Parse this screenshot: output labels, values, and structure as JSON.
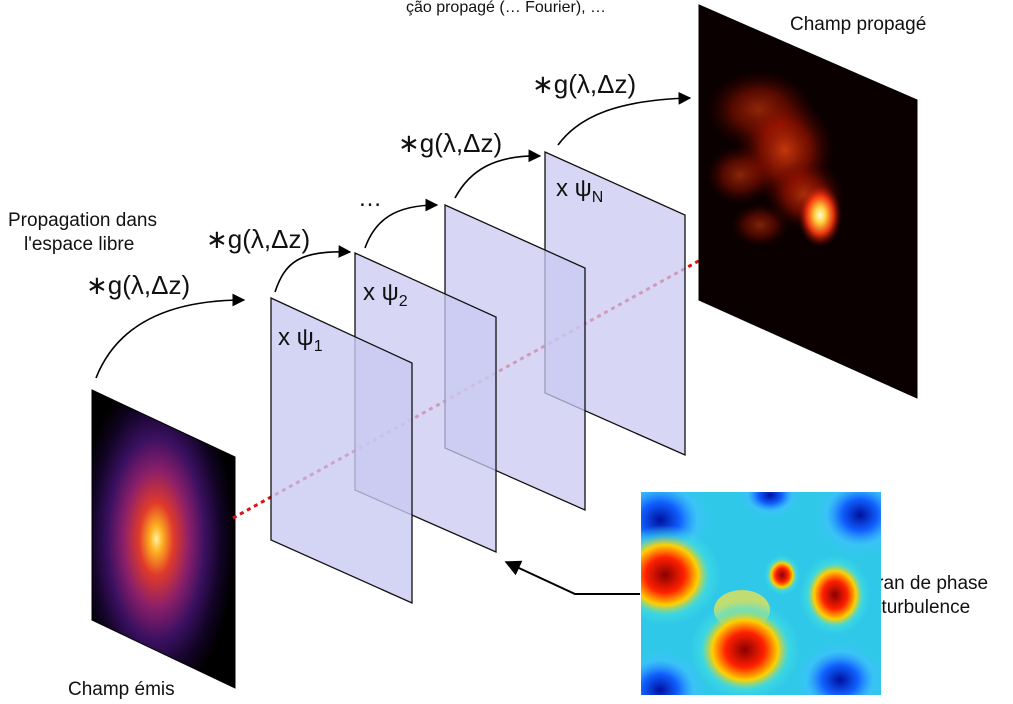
{
  "title_partial": "ção propagé (… Fourier), …",
  "labels": {
    "propagated_field": "Champ propagé",
    "emitted_field": "Champ émis",
    "free_space_line1": "Propagation dans",
    "free_space_line2": "l'espace libre",
    "phase_screen_line1": "Ecran de phase",
    "phase_screen_line2": "de turbulence",
    "ellipsis": "…"
  },
  "operators": {
    "convolution": "∗g(λ,Δz)",
    "screen_prefix": "x ψ",
    "subscripts": [
      "1",
      "2",
      "N"
    ]
  },
  "colors": {
    "screen_fill": "#c9c9f2",
    "screen_stroke": "#111111",
    "beam": "#dd1111",
    "arrow": "#000000"
  }
}
